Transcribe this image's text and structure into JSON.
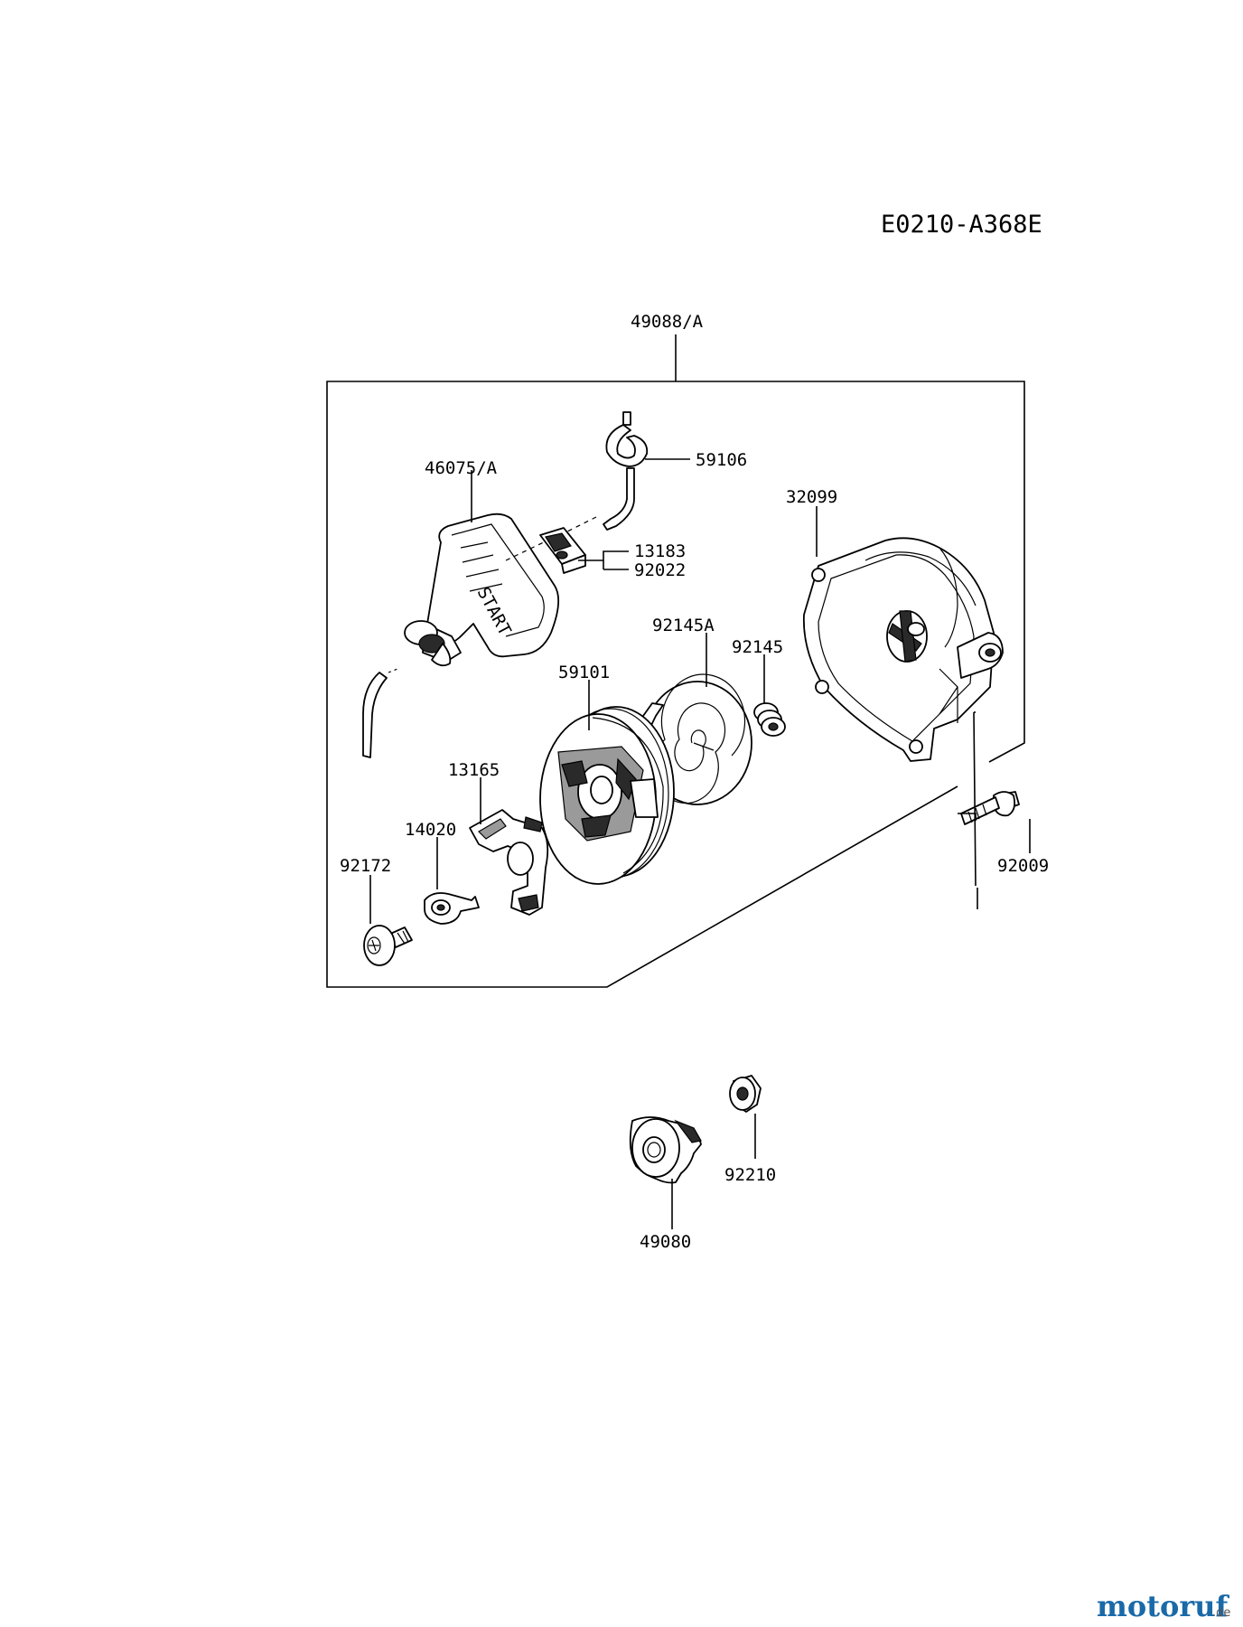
{
  "diagram_code": "E0210-A368E",
  "parts": {
    "assembly": "49088/A",
    "handle": "46075/A",
    "rope": "59106",
    "clip_a": "13183",
    "clip_b": "92022",
    "case": "32099",
    "spring_a": "92145A",
    "spring_b": "92145",
    "pulley": "59101",
    "pawl": "13165",
    "guide": "14020",
    "screw_small": "92172",
    "bolt": "92009",
    "hub": "49080",
    "nut": "92210"
  },
  "handle_text": "START",
  "watermark": {
    "brand": "motoruf",
    "tld": ".de"
  }
}
